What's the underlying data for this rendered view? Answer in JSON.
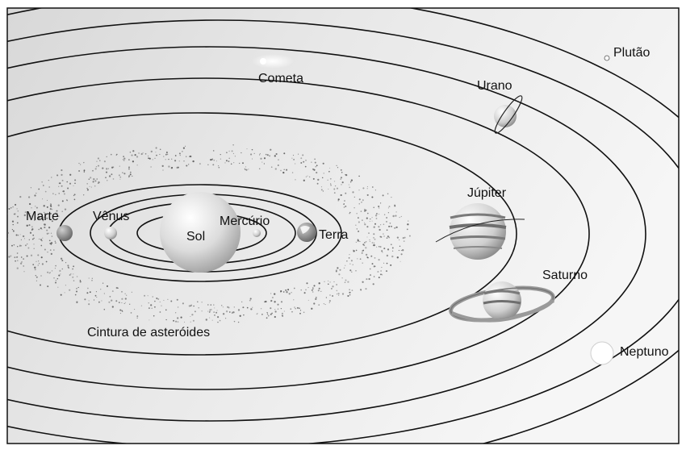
{
  "colors": {
    "background": "#cfcfcf",
    "background_light": "#ececec",
    "line": "#111111",
    "planet_light": "#ffffff",
    "planet_dark": "#8a8a8a"
  },
  "labels": {
    "sun": "Sol",
    "mercury": "Mercúrio",
    "venus": "Vênus",
    "earth": "Terra",
    "mars": "Marte",
    "jupiter": "Júpiter",
    "saturn": "Saturno",
    "uranus": "Urano",
    "neptune": "Neptuno",
    "pluto": "Plutão",
    "comet": "Cometa",
    "asteroid_belt": "Cintura de asteróides"
  }
}
